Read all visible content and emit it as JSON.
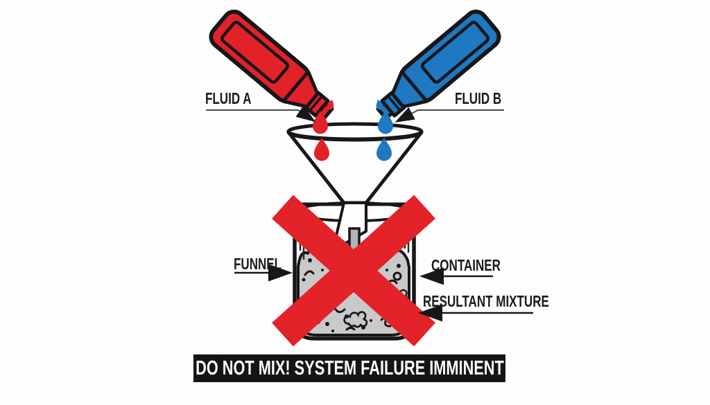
{
  "diagram": {
    "labels": {
      "fluid_a": "FLUID A",
      "fluid_b": "FLUID B",
      "funnel": "FUNNEL",
      "container": "CONTAINER",
      "resultant_mixture": "RESULTANT MIXTURE"
    },
    "warning_banner": "DO NOT MIX! SYSTEM FAILURE IMMINENT",
    "colors": {
      "fluid_a_red": "#e12228",
      "fluid_b_blue": "#1e78c2",
      "x_mark_red": "#e32329",
      "mixture_gray": "#c9c9c9",
      "funnel_tube_gray": "#b3b3b3",
      "outline_black": "#17171a",
      "banner_background": "#151515",
      "banner_text": "#ffffff"
    }
  }
}
